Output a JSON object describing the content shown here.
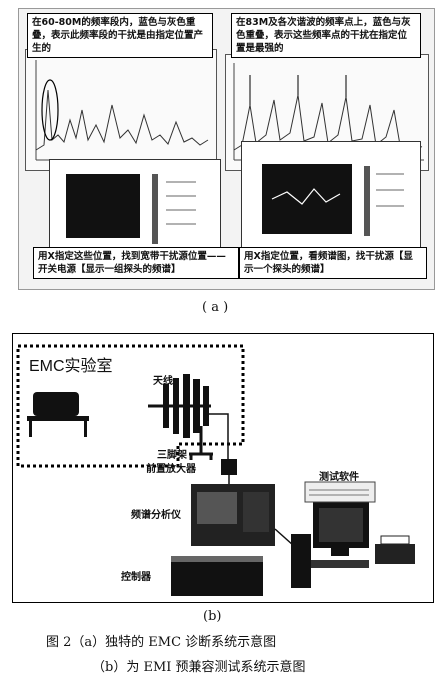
{
  "panel_a": {
    "callout_top_left": "在60-80M的频率段内，蓝色与灰色重叠，表示此频率段的干扰是由指定位置产生的",
    "callout_top_right": "在83M及各次谐波的频率点上，蓝色与灰色重叠，表示这些频率点的干扰在指定位置是最强的",
    "callout_bottom_left": "用X指定这些位置，找到宽带干扰源位置——开关电源【显示一组探头的频谱】",
    "callout_bottom_right": "用X指定位置，看频谱图，找干扰源【显示一个探头的频谱】",
    "caption": "( a )"
  },
  "panel_b": {
    "lab_label": "EMC实验室",
    "antenna_label": "天线",
    "tripod_label": "三脚架",
    "preamp_label": "前置放大器",
    "analyzer_label": "频谱分析仪",
    "software_label": "测试软件",
    "controller_label": "控制器",
    "caption": "(b)"
  },
  "figure_caption": {
    "line1": "图 2（a）独特的 EMC 诊断系统示意图",
    "line2": "（b）为 EMI 预兼容测试系统示意图"
  }
}
